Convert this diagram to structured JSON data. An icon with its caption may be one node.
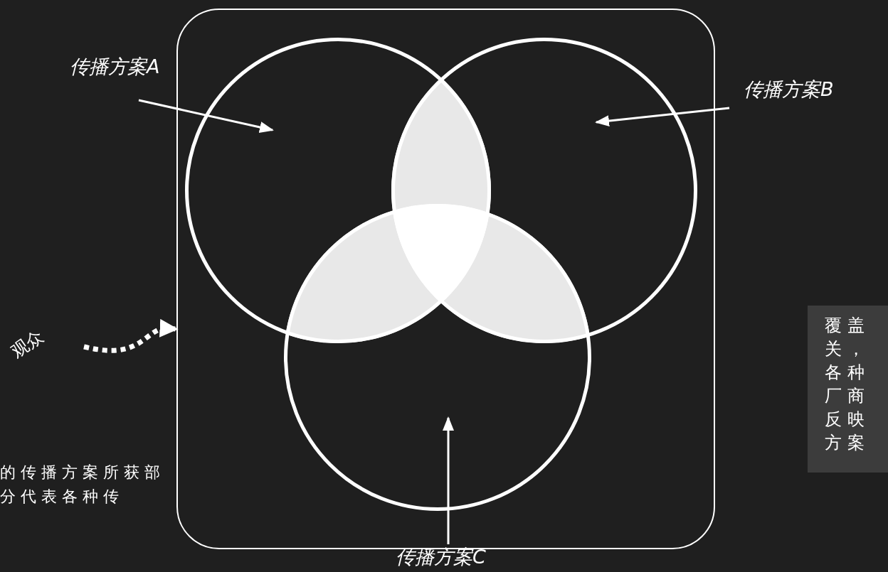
{
  "diagram": {
    "nodes": [
      {
        "text": [],
        "shape": "box"
      },
      {
        "text": [],
        "shape": "circle",
        "in": 0
      },
      {
        "text": [],
        "shape": "circle",
        "in": 0
      },
      {
        "text": [],
        "shape": "circle",
        "in": 0
      },
      {
        "text": [
          "传播方案A"
        ]
      },
      {
        "text": [
          "传播方案B"
        ]
      },
      {
        "text": [
          "传播方案C"
        ]
      },
      {
        "text": [
          "观众"
        ]
      },
      {
        "text": [
          "覆盖关，各种厂商反映方案"
        ]
      }
    ],
    "edges": [
      {
        "from": 4,
        "to": 1,
        "arrow": "to"
      },
      {
        "from": 5,
        "to": 2,
        "arrow": "to"
      },
      {
        "from": 6,
        "to": 3,
        "arrow": "to"
      },
      {
        "from": 7,
        "to": 0,
        "arrow": "to",
        "style": "dashed"
      }
    ],
    "labels": [
      "的传播方案所获部分代表各种传"
    ]
  }
}
